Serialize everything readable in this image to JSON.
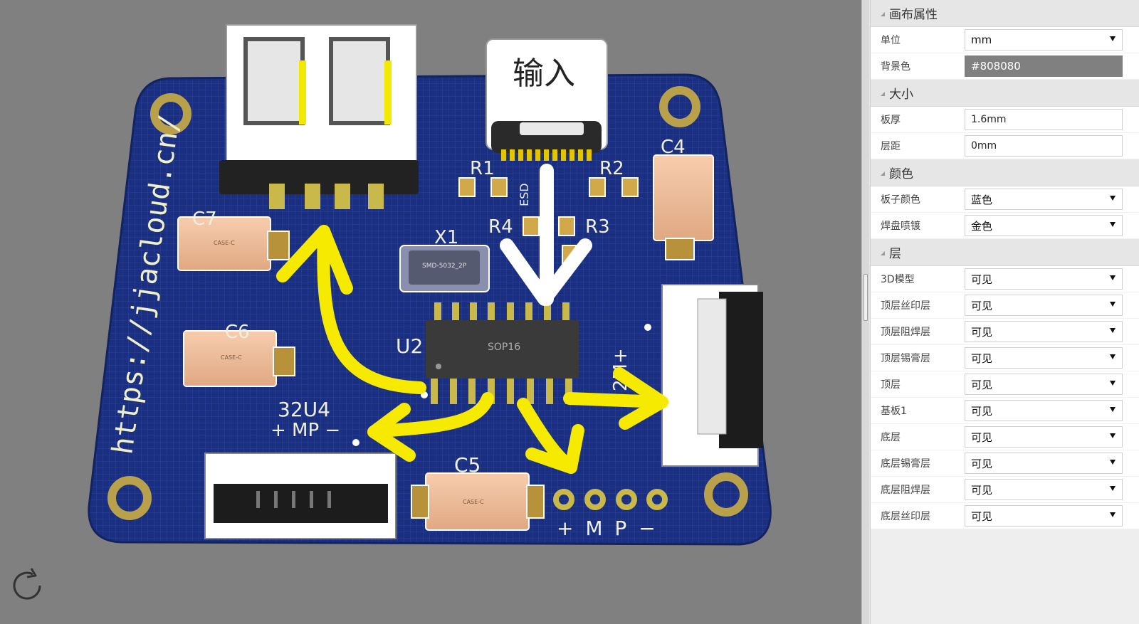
{
  "viewport": {
    "background": "#808080",
    "board_color": "#1b2f80",
    "silk": {
      "url_text": "https://jjacloud.cn/",
      "input_label": "输入",
      "labels": {
        "r1": "R1",
        "r2": "R2",
        "r3": "R3",
        "r4": "R4",
        "esd": "ESD",
        "c4": "C4",
        "c5": "C5",
        "c6": "C6",
        "c7": "C7",
        "x1": "X1",
        "u2": "U2",
        "u4": "32U4",
        "u4_pins": "+ MP −",
        "bottom_pins": "+ M P −",
        "right_pins": "2M+"
      },
      "chips": {
        "crystal": "SMD-5032_2P",
        "ic": "SOP16",
        "cap": "CASE-C"
      }
    },
    "reset_icon": "refresh-icon"
  },
  "panel": {
    "sections": [
      {
        "title": "画布属性",
        "rows": [
          {
            "label": "单位",
            "type": "select",
            "value": "mm"
          },
          {
            "label": "背景色",
            "type": "color",
            "value": "#808080"
          }
        ]
      },
      {
        "title": "大小",
        "rows": [
          {
            "label": "板厚",
            "type": "input",
            "value": "1.6mm"
          },
          {
            "label": "层距",
            "type": "input",
            "value": "0mm"
          }
        ]
      },
      {
        "title": "颜色",
        "rows": [
          {
            "label": "板子颜色",
            "type": "select",
            "value": "蓝色"
          },
          {
            "label": "焊盘喷镀",
            "type": "select",
            "value": "金色"
          }
        ]
      },
      {
        "title": "层",
        "rows": [
          {
            "label": "3D模型",
            "type": "select",
            "value": "可见"
          },
          {
            "label": "顶层丝印层",
            "type": "select",
            "value": "可见"
          },
          {
            "label": "顶层阻焊层",
            "type": "select",
            "value": "可见"
          },
          {
            "label": "顶层锡膏层",
            "type": "select",
            "value": "可见"
          },
          {
            "label": "顶层",
            "type": "select",
            "value": "可见"
          },
          {
            "label": "基板1",
            "type": "select",
            "value": "可见"
          },
          {
            "label": "底层",
            "type": "select",
            "value": "可见"
          },
          {
            "label": "底层锡膏层",
            "type": "select",
            "value": "可见"
          },
          {
            "label": "底层阻焊层",
            "type": "select",
            "value": "可见"
          },
          {
            "label": "底层丝印层",
            "type": "select",
            "value": "可见"
          }
        ]
      }
    ]
  }
}
